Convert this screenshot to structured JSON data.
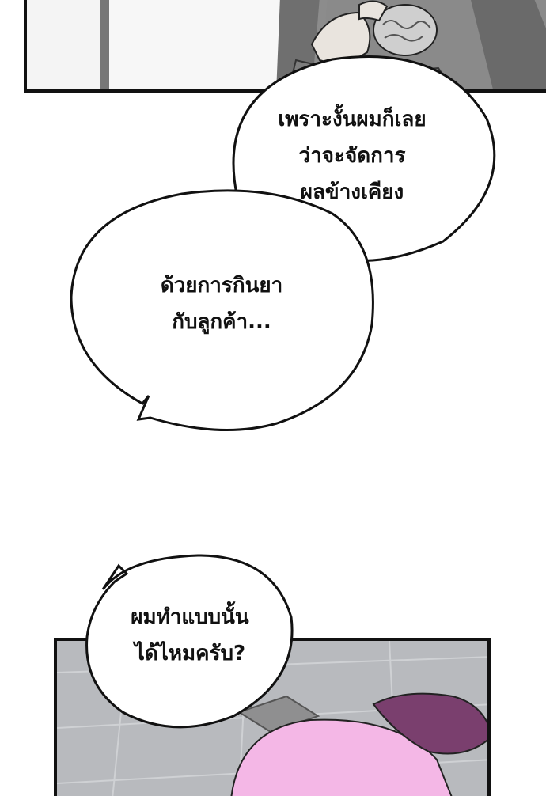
{
  "bubbles": [
    {
      "lines": [
        "เพราะงั้นผมก็เลย",
        "ว่าจะจัดการ",
        "ผลข้างเคียง"
      ]
    },
    {
      "lines": [
        "ด้วยการกินยา",
        "กับลูกค้า..."
      ]
    },
    {
      "lines": [
        "ผมทำแบบนั้น",
        "ได้ไหมครับ?"
      ]
    }
  ],
  "colors": {
    "ink": "#111111",
    "panel_top_gray": "#8e8e8e",
    "panel_bottom_gray": "#b7b9bd",
    "hair_pink": "#f4b7e6",
    "bow_purple": "#7a3f6e"
  }
}
